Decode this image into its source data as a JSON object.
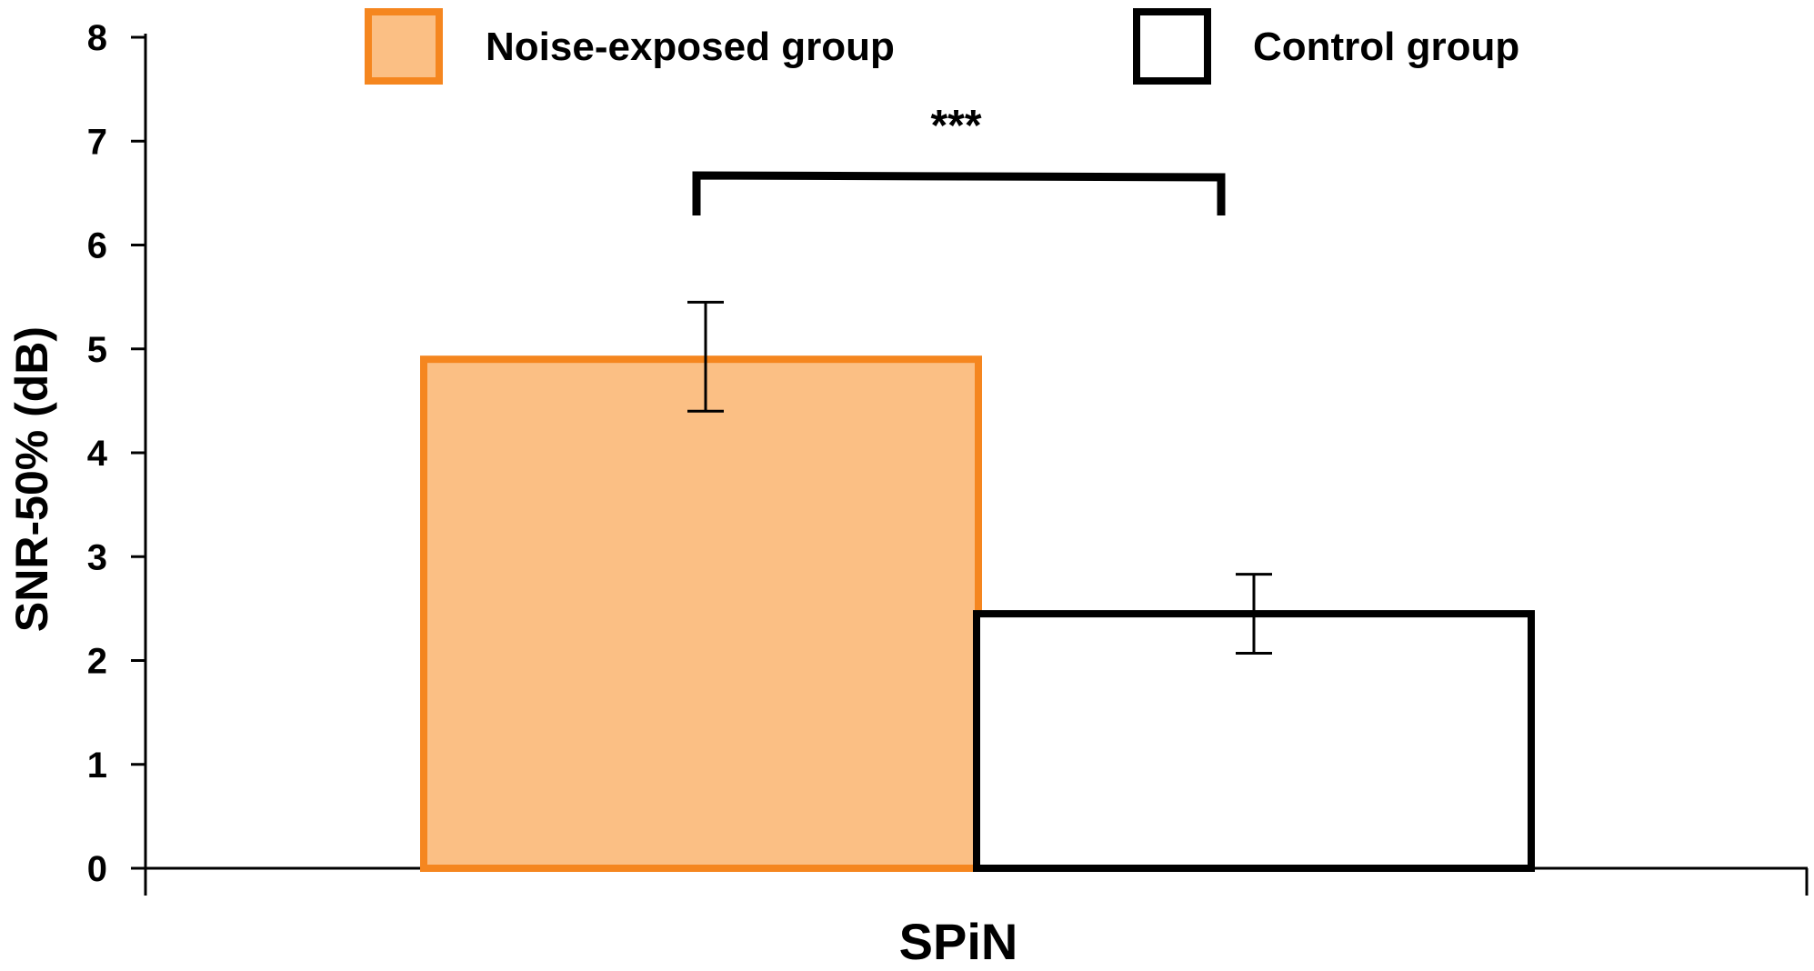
{
  "chart_data": {
    "type": "bar",
    "categories": [
      "SPiN"
    ],
    "xlabel": "SPiN",
    "ylabel": "SNR-50% (dB)",
    "ylim": [
      0,
      8
    ],
    "yticks": [
      "0",
      "1",
      "2",
      "3",
      "4",
      "5",
      "6",
      "7",
      "8"
    ],
    "grid": false,
    "legend_position": "top",
    "series": [
      {
        "name": "Noise-exposed group",
        "values": [
          4.9
        ],
        "error_low": [
          4.4
        ],
        "error_high": [
          5.45
        ],
        "fill": "#FBBF84",
        "stroke": "#F5861F"
      },
      {
        "name": "Control group",
        "values": [
          2.45
        ],
        "error_low": [
          2.07
        ],
        "error_high": [
          2.83
        ],
        "fill": "#FFFFFF",
        "stroke": "#000000"
      }
    ],
    "annotations": [
      {
        "type": "significance",
        "label": "***",
        "between": [
          0,
          1
        ]
      }
    ]
  }
}
